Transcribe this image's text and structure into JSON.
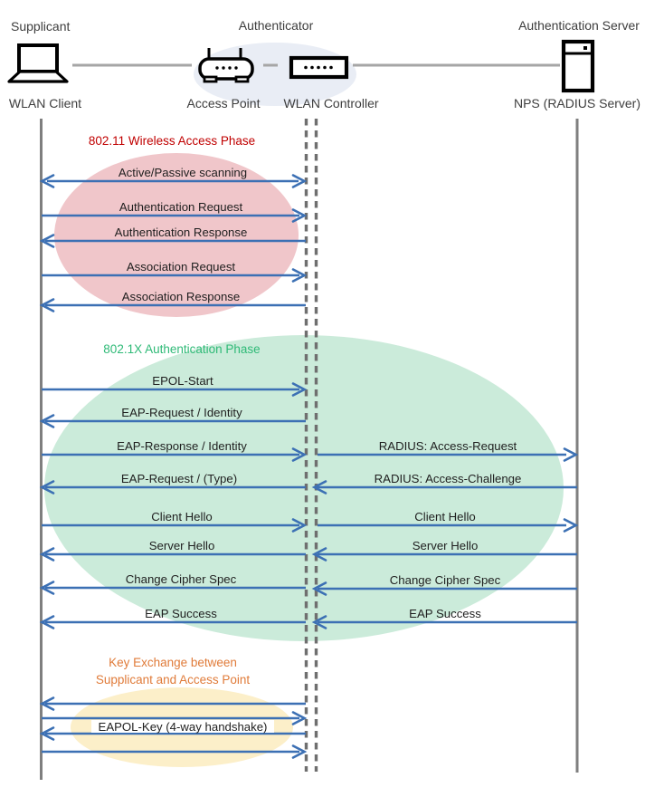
{
  "header": {
    "supplicant": "Supplicant",
    "authenticator": "Authenticator",
    "authentication_server": "Authentication Server"
  },
  "nodes": {
    "wlan_client": "WLAN Client",
    "access_point": "Access Point",
    "wlan_controller": "WLAN Controller",
    "radius_server": "NPS (RADIUS Server)"
  },
  "phases": {
    "wireless_access": {
      "title": "802.11 Wireless Access Phase",
      "title_color": "#C00000",
      "ellipse_color": "#F0C6CA"
    },
    "authentication": {
      "title": "802.1X Authentication Phase",
      "title_color": "#2FBA77",
      "ellipse_color": "#CBEBDA"
    },
    "key_exchange": {
      "title_line1": "Key Exchange between",
      "title_line2": "Supplicant and Access Point",
      "title_color": "#E07B39",
      "ellipse_color": "#FCEFC9"
    }
  },
  "messages": {
    "client_to_controller": {
      "scanning": "Active/Passive scanning",
      "auth_request": "Authentication Request",
      "auth_response": "Authentication  Response",
      "assoc_request": "Association Request",
      "assoc_response": "Association Response",
      "epol_start": "EPOL-Start",
      "eap_request_identity": "EAP-Request / Identity",
      "eap_response_identity": "EAP-Response / Identity",
      "eap_request_type": "EAP-Request / (Type)",
      "client_hello": "Client Hello",
      "server_hello": "Server Hello",
      "change_cipher_spec": "Change Cipher Spec",
      "eap_success": "EAP Success",
      "eapol_key": "EAPOL-Key (4-way handshake)"
    },
    "controller_to_server": {
      "radius_access_request": "RADIUS: Access-Request",
      "radius_access_challenge": "RADIUS: Access-Challenge",
      "client_hello": "Client Hello",
      "server_hello": "Server Hello",
      "change_cipher_spec": "Change Cipher Spec",
      "eap_success": "EAP Success"
    }
  },
  "colors": {
    "arrow": "#3C70B4",
    "lifeline": "#7F7F7F",
    "dashed_lifeline": "#6F6F6F",
    "connector": "#A6A6A6",
    "hub_highlight": "#E9EDF5",
    "icon": "#000000",
    "message_text": "#1F1F1F",
    "node_text": "#3D3D3D"
  }
}
